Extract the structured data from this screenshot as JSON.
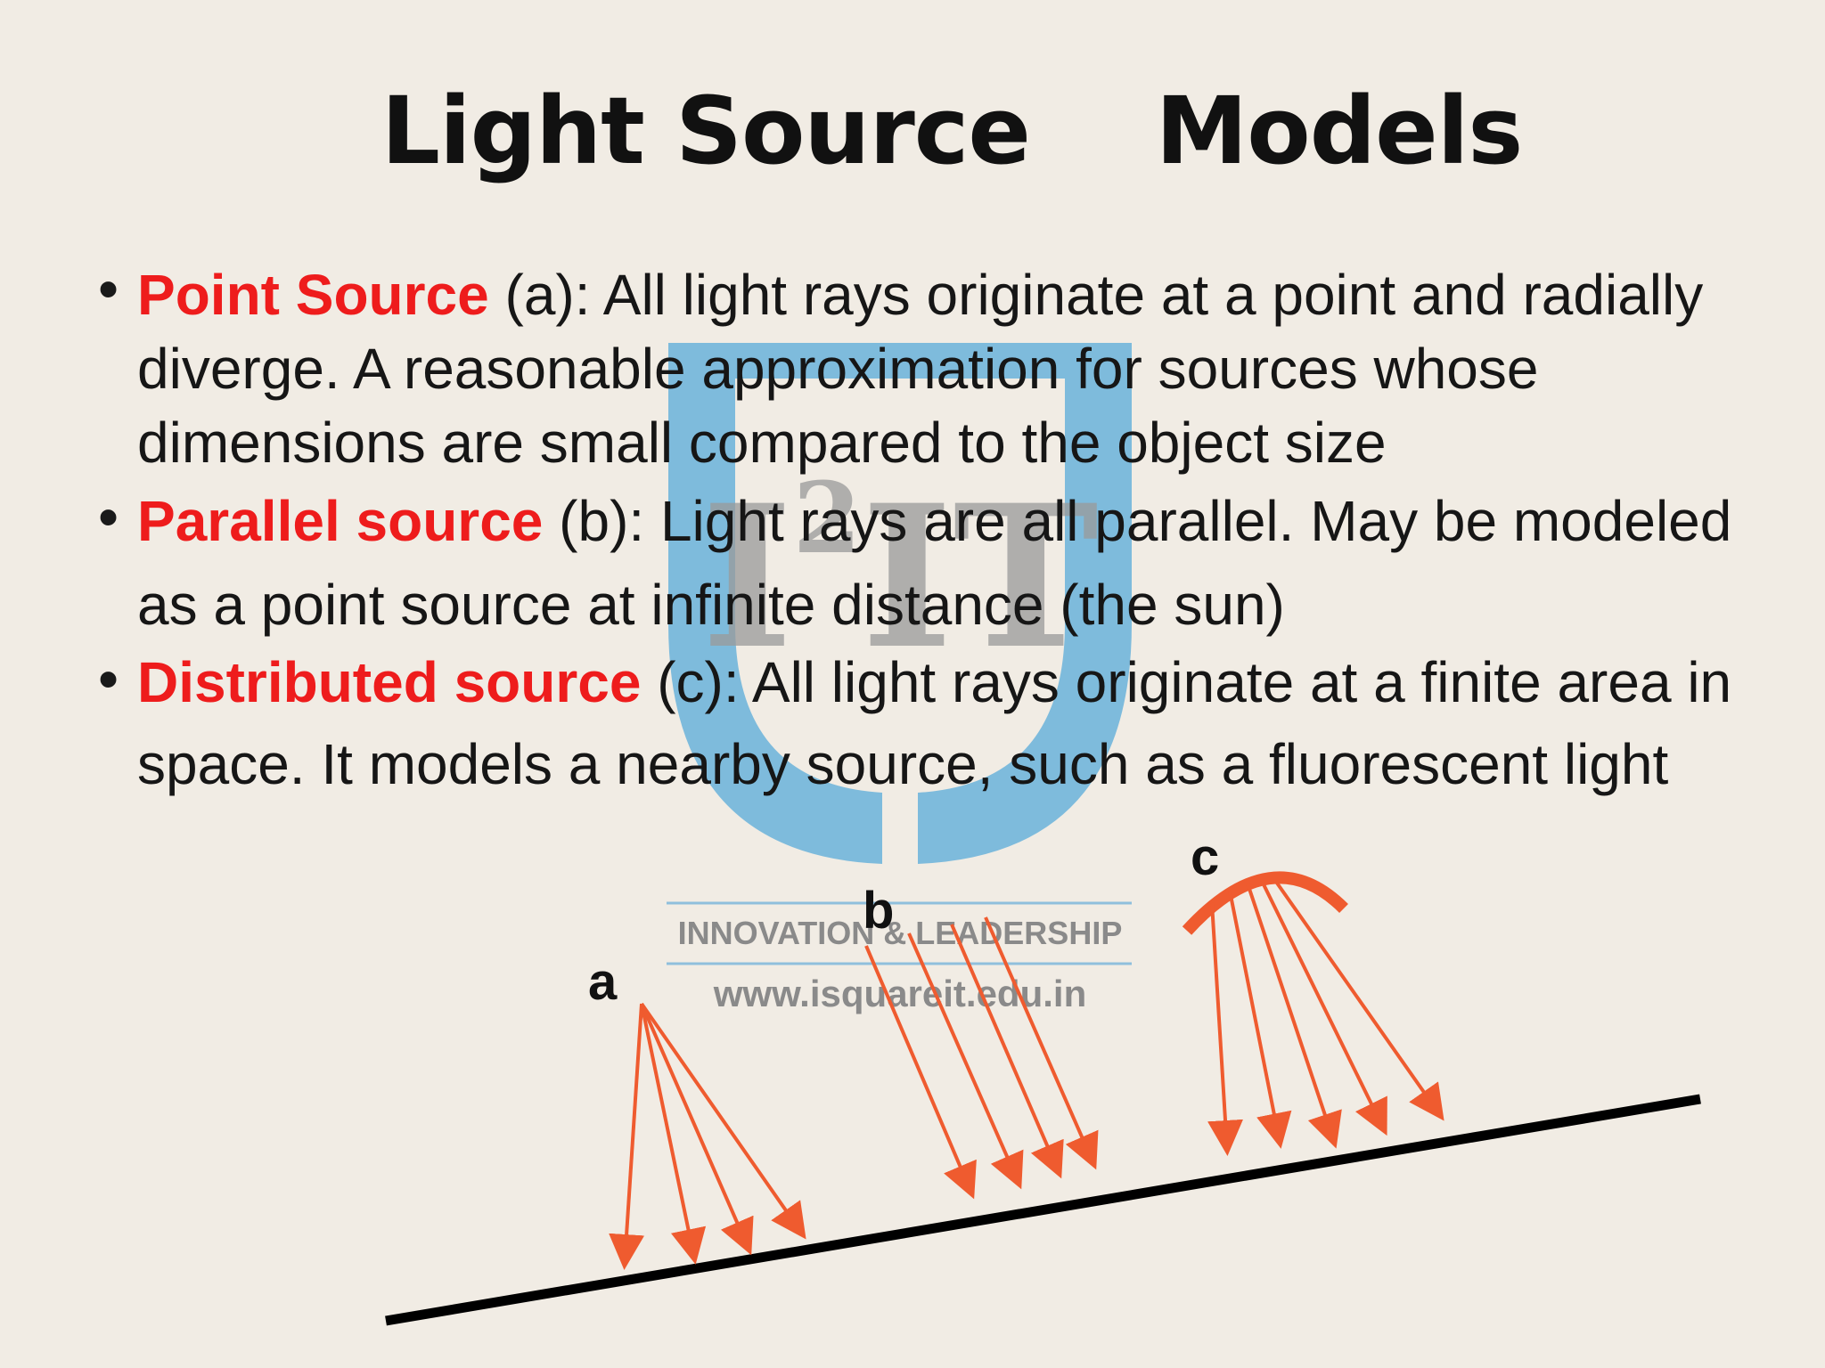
{
  "slide": {
    "title": "Light Source    Models",
    "bullets": [
      {
        "term": "Point Source",
        "rest": " (a): All light rays originate at a point and radially diverge. A reasonable approximation for sources whose dimensions are small compared to the object size"
      },
      {
        "term": "Parallel source",
        "rest": " (b): Light rays are all parallel. May be modeled as a point source at infinite distance (the sun)"
      },
      {
        "term": "Distributed source",
        "rest": " (c): All light rays originate at a finite area in space. It models a nearby source, such as a fluorescent light"
      }
    ]
  },
  "watermark": {
    "logo_text": "I²IT",
    "tagline": "INNOVATION & LEADERSHIP",
    "url": "www.isquareit.edu.in"
  },
  "diagram": {
    "labels": {
      "a": "a",
      "b": "b",
      "c": "c"
    },
    "ray_color": "#ef5b2f",
    "surface_color": "#000000"
  }
}
